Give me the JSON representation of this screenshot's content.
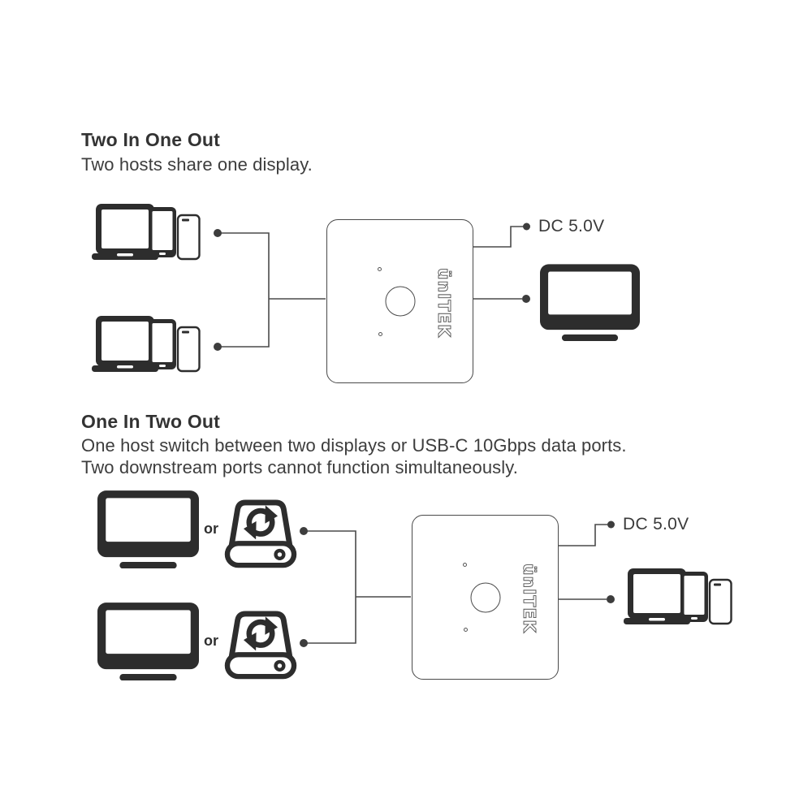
{
  "sections": {
    "two_in_one_out": {
      "title": "Two In One Out",
      "description": "Two hosts share one display.",
      "power_label": "DC 5.0V"
    },
    "one_in_two_out": {
      "title": "One In Two Out",
      "description_line1": "One host switch between two displays or USB-C 10Gbps data ports.",
      "description_line2": "Two downstream ports cannot function simultaneously.",
      "power_label": "DC 5.0V",
      "or_labels": [
        "or",
        "or"
      ]
    }
  },
  "brand": {
    "logo_text": "ünITEK"
  },
  "icons": {
    "host_group": "laptop-tablet-phone-icon",
    "display": "monitor-icon",
    "storage": "hard-drive-sync-icon",
    "switch": "switch-device",
    "power_dot": "power-connector-dot"
  },
  "colors": {
    "background": "#ffffff",
    "icon": "#2d2d2d",
    "line": "#4a4a4a",
    "dot": "#3d3d3d",
    "text": "#3a3a3a",
    "box_border": "#4a4a4a"
  }
}
